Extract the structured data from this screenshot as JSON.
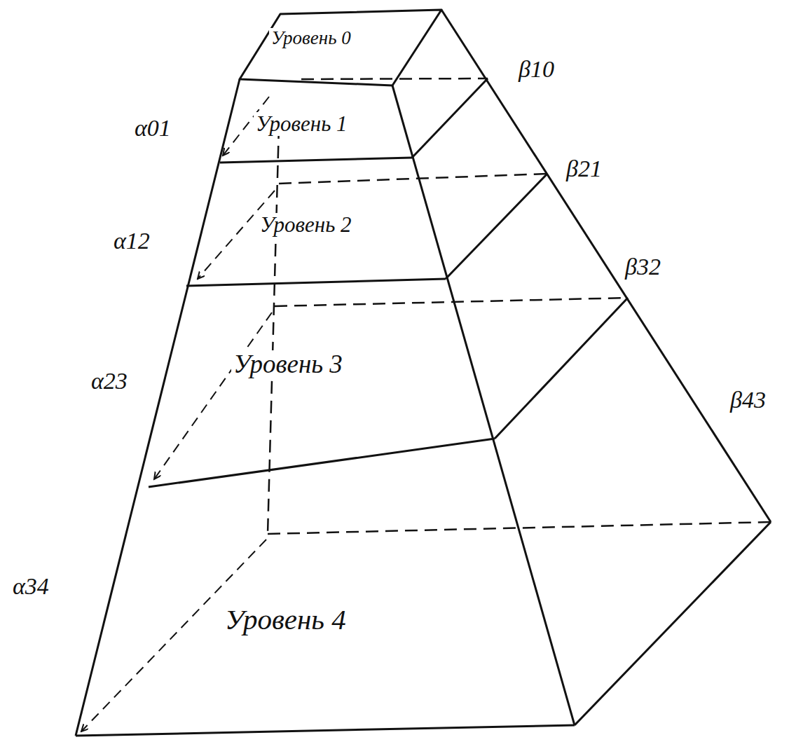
{
  "diagram": {
    "nodes": [
      {
        "text": [
          "Уровень 0"
        ]
      },
      {
        "text": [
          "Уровень 1"
        ]
      },
      {
        "text": [
          "Уровень 2"
        ]
      },
      {
        "text": [
          "Уровень 3"
        ]
      },
      {
        "text": [
          "Уровень 4"
        ]
      }
    ],
    "labels": [
      "α01",
      "α12",
      "α23",
      "α34",
      "β10",
      "β21",
      "β32",
      "β43"
    ]
  }
}
